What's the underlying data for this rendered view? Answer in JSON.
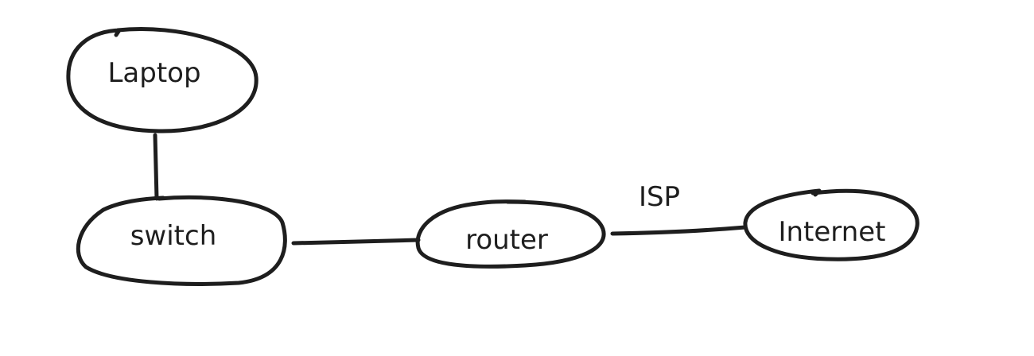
{
  "diagram": {
    "nodes": [
      {
        "id": "laptop",
        "label": "Laptop"
      },
      {
        "id": "switch",
        "label": "switch"
      },
      {
        "id": "router",
        "label": "router"
      },
      {
        "id": "internet",
        "label": "Internet"
      }
    ],
    "edges": [
      {
        "from": "laptop",
        "to": "switch",
        "label": ""
      },
      {
        "from": "switch",
        "to": "router",
        "label": ""
      },
      {
        "from": "router",
        "to": "internet",
        "label": "ISP"
      }
    ],
    "stroke_color": "#1e1e1e",
    "background": "#ffffff"
  }
}
